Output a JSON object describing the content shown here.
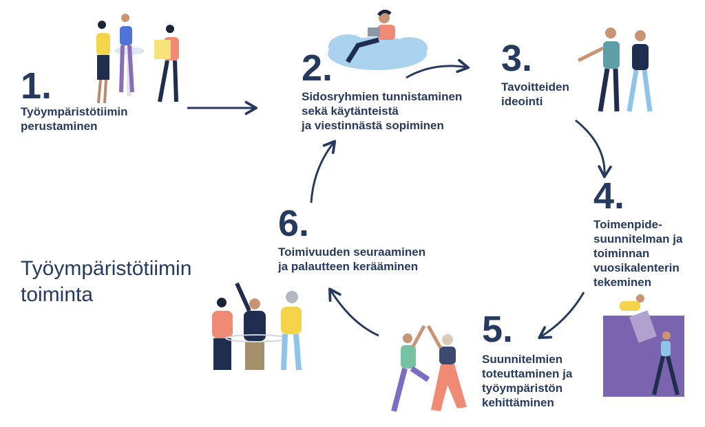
{
  "title": "Työympäristötiimin\ntoiminta",
  "steps": [
    {
      "number": "1.",
      "label": "Työympäristötiimin\nperustaminen"
    },
    {
      "number": "2.",
      "label": "Sidosryhmien tunnistaminen\nsekä käytänteistä\nja viestinnästä sopiminen"
    },
    {
      "number": "3.",
      "label": "Tavoitteiden\nideointi"
    },
    {
      "number": "4.",
      "label": "Toimenpide-\nsuunnitelman ja\ntoiminnan\nvuosikalenterin\ntekeminen"
    },
    {
      "number": "5.",
      "label": "Suunnitelmien\ntoteuttaminen ja\ntyöympäristön\nkehittäminen"
    },
    {
      "number": "6.",
      "label": "Toimivuuden seuraaminen\nja palautteen kerääminen"
    }
  ],
  "colors": {
    "text": "#263a60",
    "arrow": "#263a60",
    "cloud": "#a9d2ef",
    "panel": "#7a64b0"
  }
}
